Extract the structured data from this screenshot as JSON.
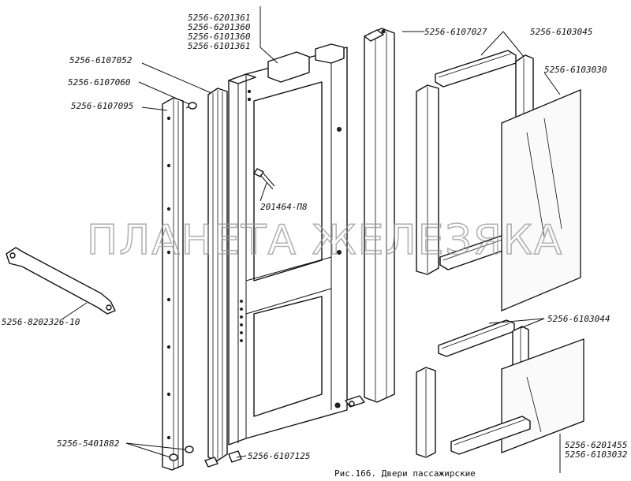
{
  "labels": {
    "l1": "5256-6201361",
    "l2": "5256-6201360",
    "l3": "5256-6101360",
    "l4": "5256-6101361",
    "l5": "5256-6107027",
    "l6": "5256-6103045",
    "l7": "5256-6103030",
    "l8": "5256-6107052",
    "l9": "5256-6107060",
    "l10": "5256-6107095",
    "l11": "201464-П8",
    "l12": "5256-8202326-10",
    "l13": "5256-6103044",
    "l14": "5256-5401882",
    "l15": "5256-6107125",
    "l16": "5256-6201455",
    "l17": "5256-6103032"
  },
  "caption": "Рис.166. Двери пассажирские",
  "watermark": "ПЛАНЕТА ЖЕЛЕЗЯКА"
}
